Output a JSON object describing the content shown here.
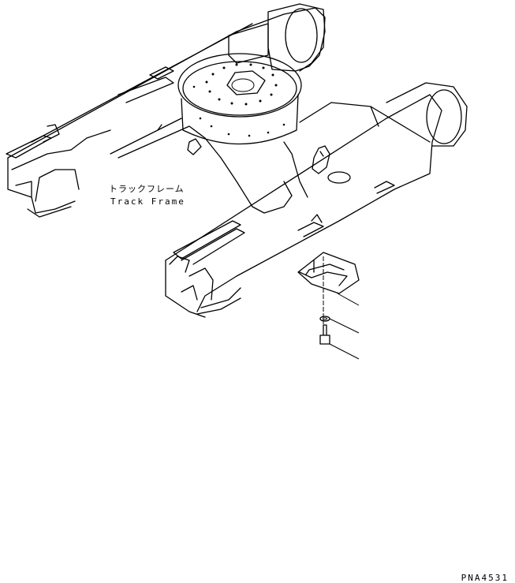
{
  "labels": {
    "part_name_jp": "トラックフレーム",
    "part_name_en": "Track Frame"
  },
  "figure_code": "PNA4531"
}
